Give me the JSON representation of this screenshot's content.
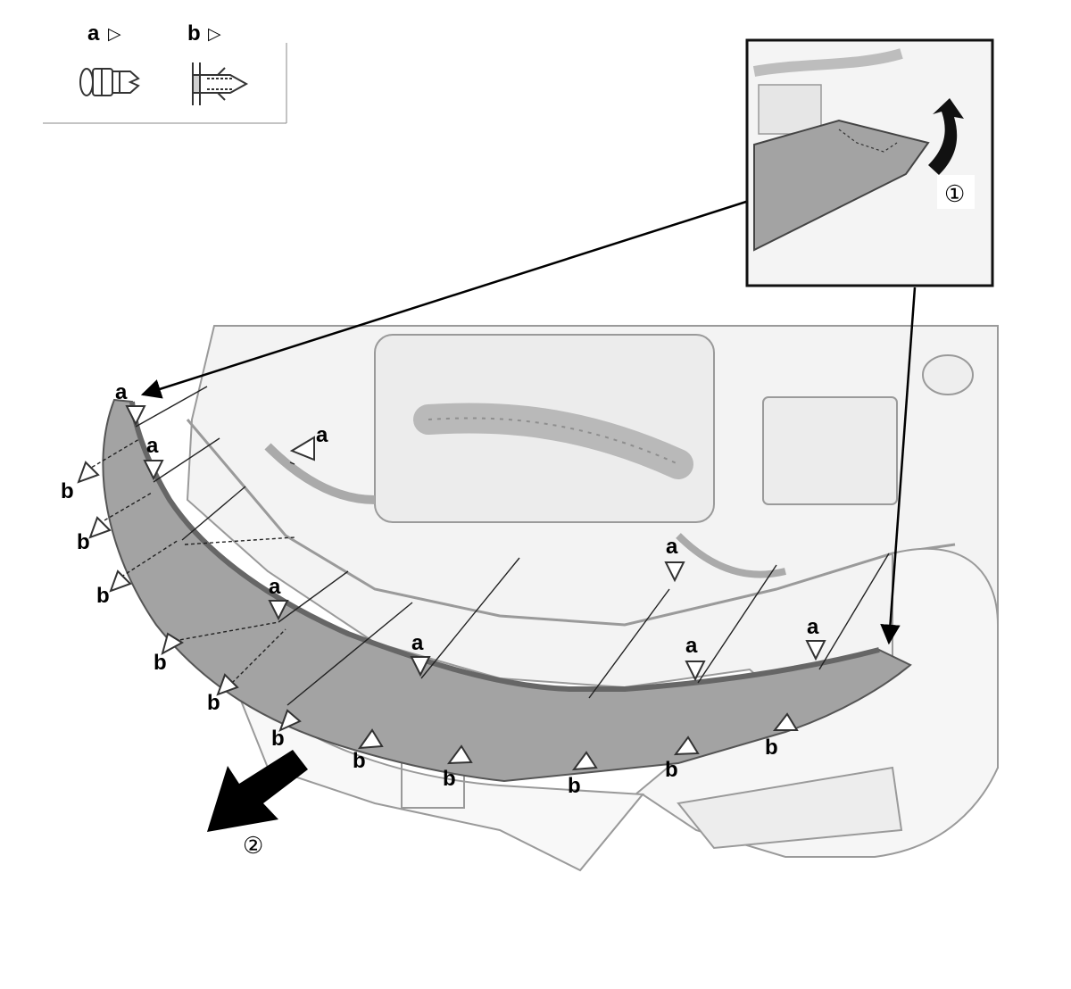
{
  "legend": {
    "items": [
      {
        "letter": "a",
        "symbol": "▷",
        "icon": "clip-icon"
      },
      {
        "letter": "b",
        "symbol": "▷",
        "icon": "fastener-icon"
      }
    ]
  },
  "steps": {
    "lift_cover": "①",
    "pull_cover": "②"
  },
  "callouts": {
    "a": "a",
    "b": "b"
  },
  "colors": {
    "cover_fill": "#a3a3a3",
    "engine_fill": "#f3f3f3",
    "line_art": "#9a9a9a",
    "ink": "#000000"
  }
}
